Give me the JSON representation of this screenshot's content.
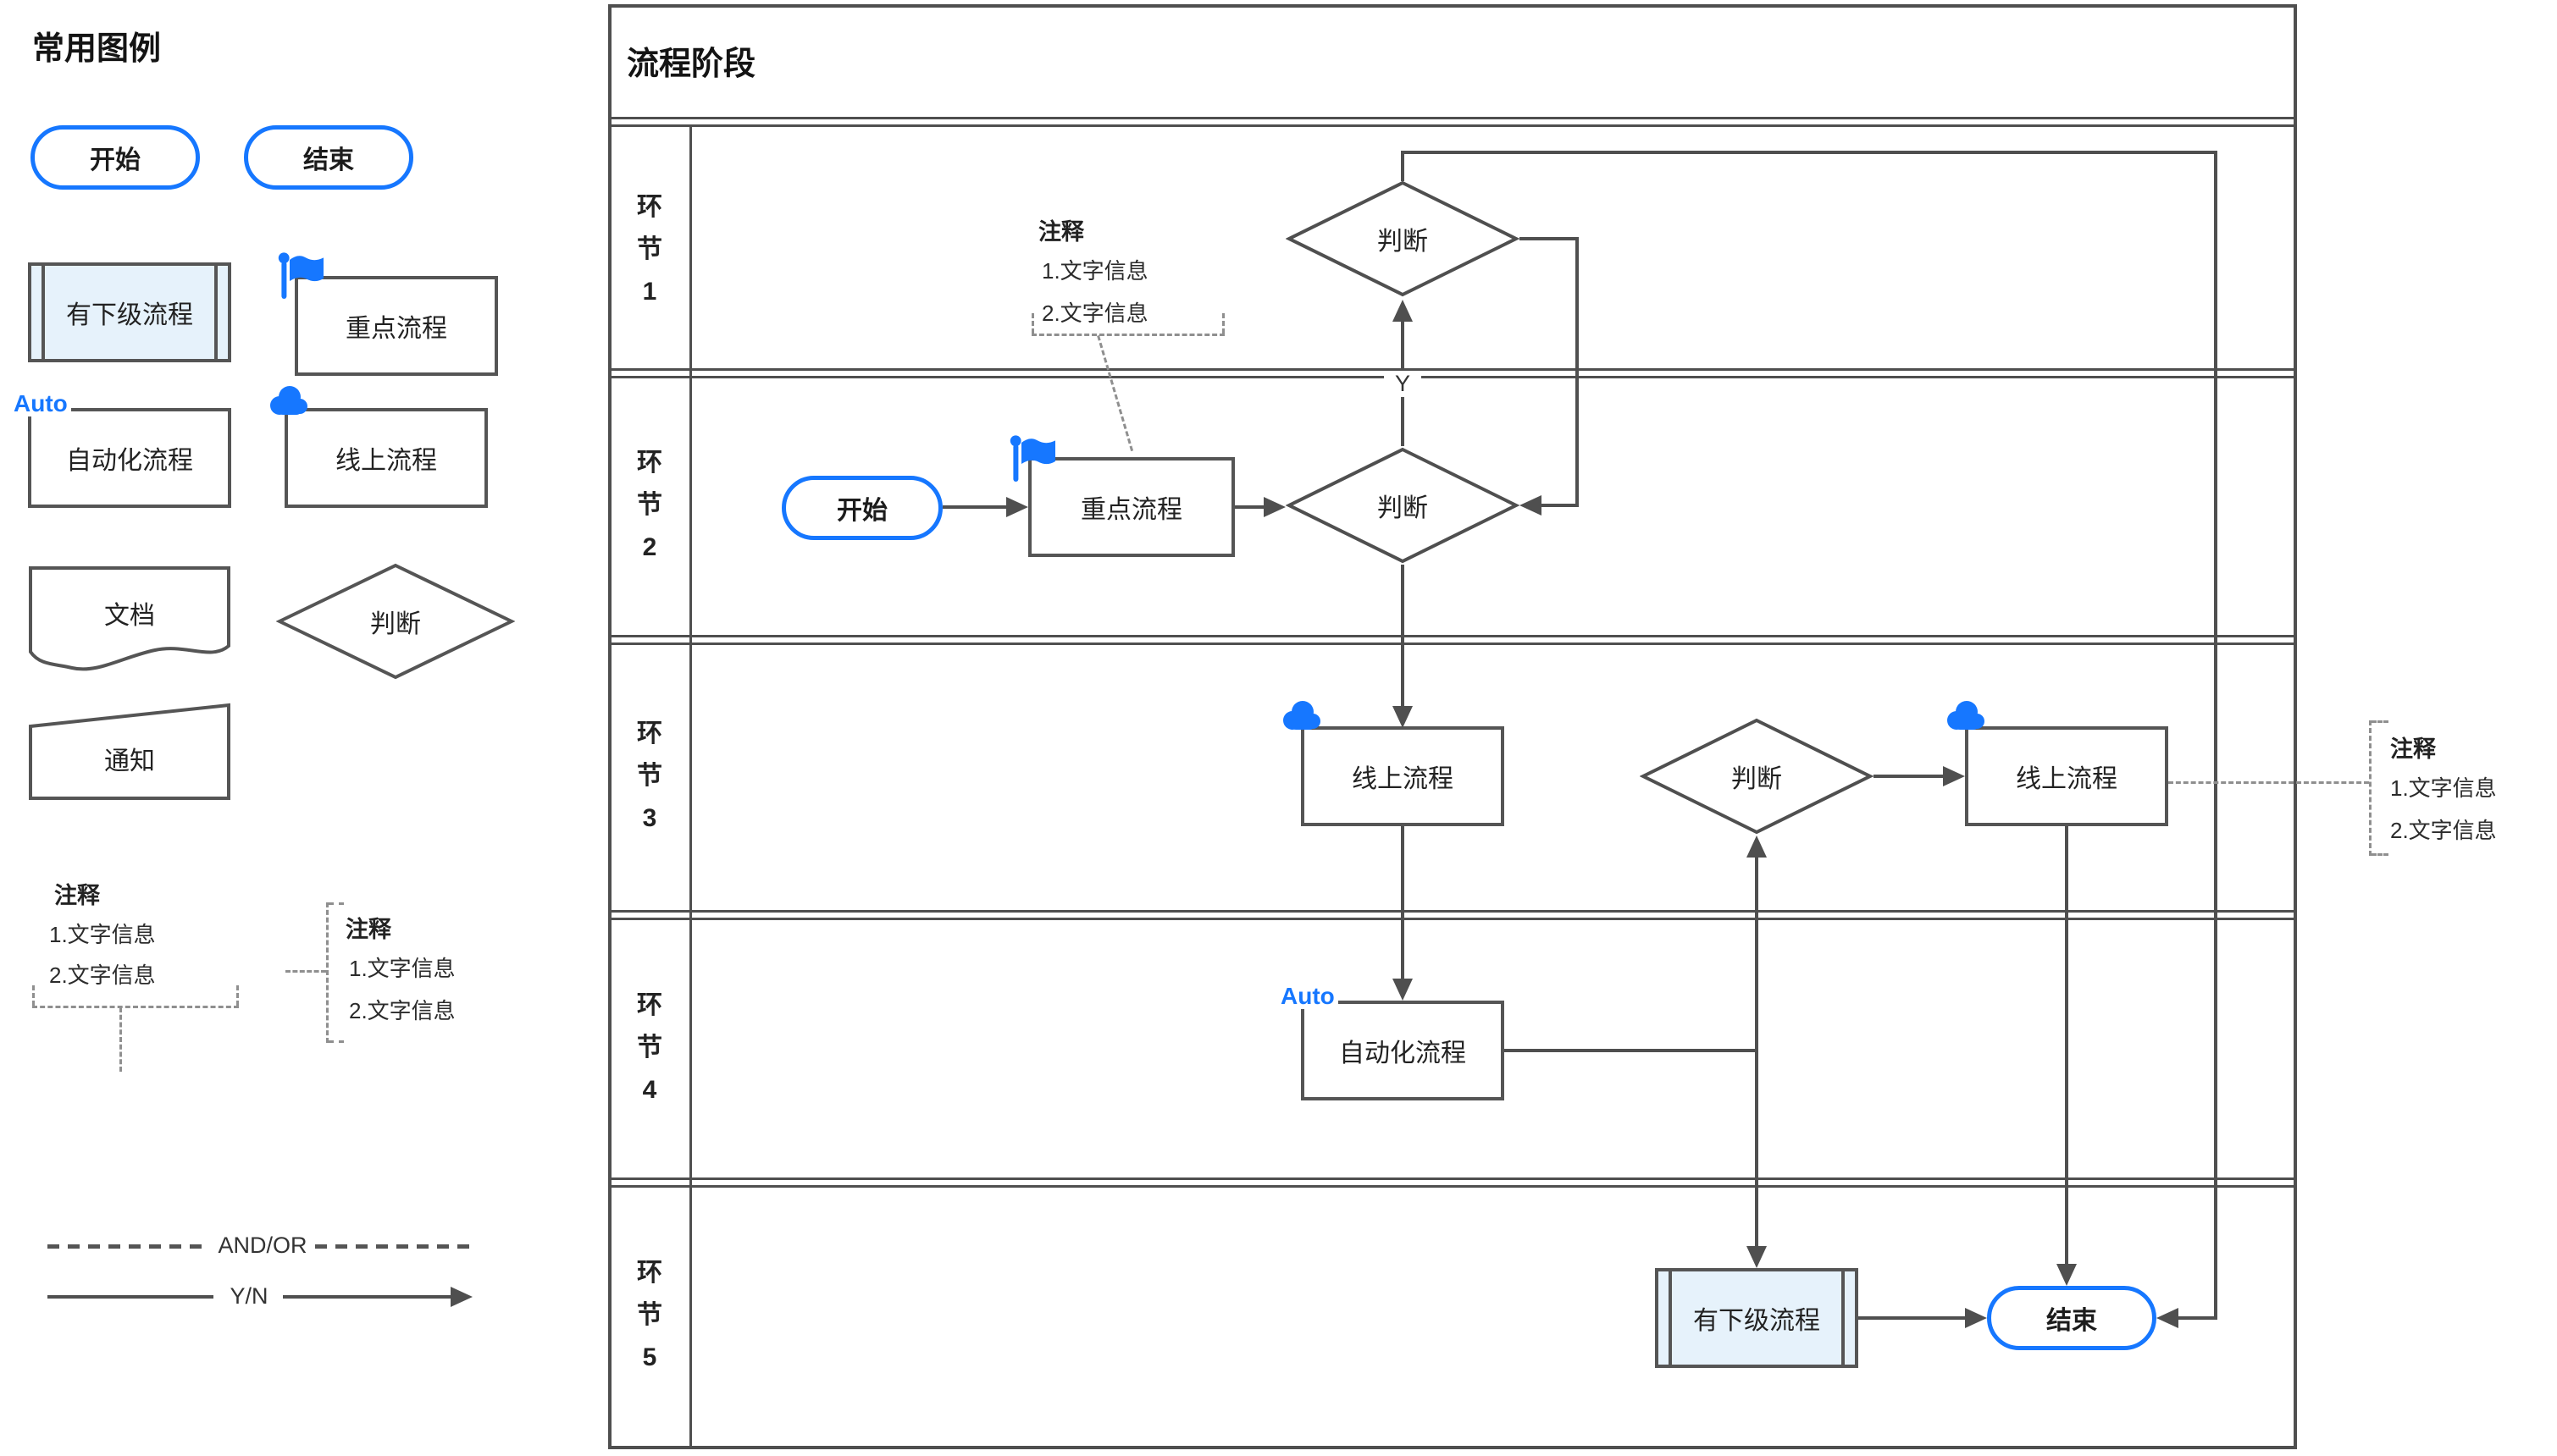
{
  "colors": {
    "accent": "#1677ff",
    "line": "#4f4f4f",
    "light_fill": "#e6f2fb"
  },
  "legend": {
    "title": "常用图例",
    "start_label": "开始",
    "end_label": "结束",
    "subprocess_label": "有下级流程",
    "key_process_label": "重点流程",
    "auto_tag": "Auto",
    "auto_process_label": "自动化流程",
    "online_process_label": "线上流程",
    "document_label": "文档",
    "decision_label": "判断",
    "notice_label": "通知",
    "and_or_label": "AND/OR",
    "yn_label": "Y/N"
  },
  "comment": {
    "title": "注释",
    "item1": "1.文字信息",
    "item2": "2.文字信息"
  },
  "panel": {
    "title": "流程阶段",
    "lanes": [
      {
        "chars": [
          "环",
          "节",
          "1"
        ]
      },
      {
        "chars": [
          "环",
          "节",
          "2"
        ]
      },
      {
        "chars": [
          "环",
          "节",
          "3"
        ]
      },
      {
        "chars": [
          "环",
          "节",
          "4"
        ]
      },
      {
        "chars": [
          "环",
          "节",
          "5"
        ]
      }
    ]
  },
  "flow": {
    "start": "开始",
    "key_process": "重点流程",
    "decision1": "判断",
    "decision2": "判断",
    "decision3": "判断",
    "online1": "线上流程",
    "online2": "线上流程",
    "auto_tag": "Auto",
    "auto_process": "自动化流程",
    "subprocess": "有下级流程",
    "end": "结束",
    "y_label": "Y"
  }
}
